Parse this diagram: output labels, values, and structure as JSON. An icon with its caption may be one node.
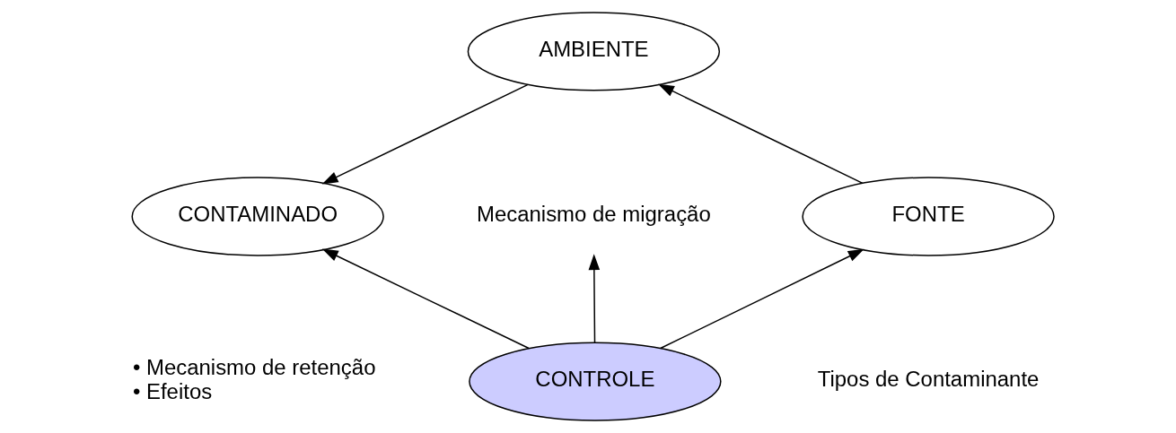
{
  "diagram": {
    "nodes": [
      {
        "text": [
          "FONTE"
        ]
      },
      {
        "text": [
          "AMBIENTE"
        ]
      },
      {
        "text": [
          "CONTAMINADO"
        ],
        "beside": [
          "• Mecanismo de retenção",
          "• Efeitos"
        ]
      },
      {
        "text": [
          "CONTROLE"
        ]
      },
      {
        "text": [
          "Mecanismo de migração"
        ]
      }
    ],
    "edges": [
      {
        "from": 0,
        "to": 1,
        "arrow": "to"
      },
      {
        "from": 1,
        "to": 2,
        "arrow": "to"
      },
      {
        "from": 3,
        "to": 0,
        "arrow": "to"
      },
      {
        "from": 3,
        "to": 4,
        "arrow": "to"
      },
      {
        "from": 3,
        "to": 2,
        "arrow": "to"
      }
    ],
    "labels": [
      "Tipos de Contaminante"
    ]
  }
}
